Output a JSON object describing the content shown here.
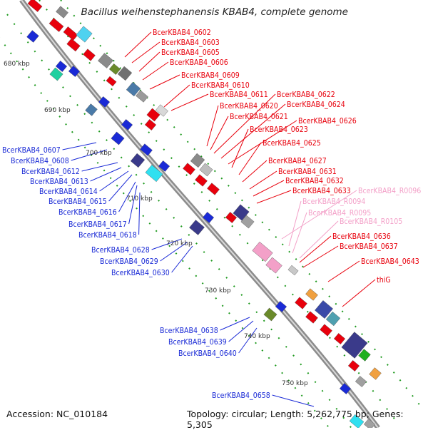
{
  "title": "Bacillus weihenstephanensis KBAB4, complete genome",
  "footer": {
    "accession": "Accession: NC_010184",
    "topology": "Topology: circular; Length: 5,262,775 bp; Genes: 5,305"
  },
  "colors": {
    "plus_strand": "#e8000c",
    "minus_strand": "#1a2ad6",
    "rna": "#f3a0c8",
    "backbone": "#8c8c8c",
    "tick": "#1f9a1f"
  },
  "scale": {
    "ticks": [
      "680 kbp",
      "690 kbp",
      "700 kbp",
      "710 kbp",
      "720 kbp",
      "730 kbp",
      "740 kbp",
      "750 kbp"
    ]
  },
  "labels_plus": [
    "BcerKBAB4_0602",
    "BcerKBAB4_0603",
    "BcerKBAB4_0605",
    "BcerKBAB4_0606",
    "BcerKBAB4_0609",
    "BcerKBAB4_0610",
    "BcerKBAB4_0611",
    "BcerKBAB4_0620",
    "BcerKBAB4_0621",
    "BcerKBAB4_0622",
    "BcerKBAB4_0624",
    "BcerKBAB4_0626",
    "BcerKBAB4_0623",
    "BcerKBAB4_0625",
    "BcerKBAB4_0627",
    "BcerKBAB4_0631",
    "BcerKBAB4_0632",
    "BcerKBAB4_0633",
    "BcerKBAB4_0636",
    "BcerKBAB4_0637",
    "BcerKBAB4_0643",
    "thiG"
  ],
  "labels_rna": [
    "BcerKBAB4_R0096",
    "BcerKBAB4_R0094",
    "BcerKBAB4_R0095",
    "BcerKBAB4_R0105"
  ],
  "labels_minus": [
    "BcerKBAB4_0607",
    "BcerKBAB4_0608",
    "BcerKBAB4_0612",
    "BcerKBAB4_0613",
    "BcerKBAB4_0614",
    "BcerKBAB4_0615",
    "BcerKBAB4_0616",
    "BcerKBAB4_0617",
    "BcerKBAB4_0618",
    "BcerKBAB4_0628",
    "BcerKBAB4_0629",
    "BcerKBAB4_0630",
    "BcerKBAB4_0638",
    "BcerKBAB4_0639",
    "BcerKBAB4_0640",
    "BcerKBAB4_0658"
  ]
}
